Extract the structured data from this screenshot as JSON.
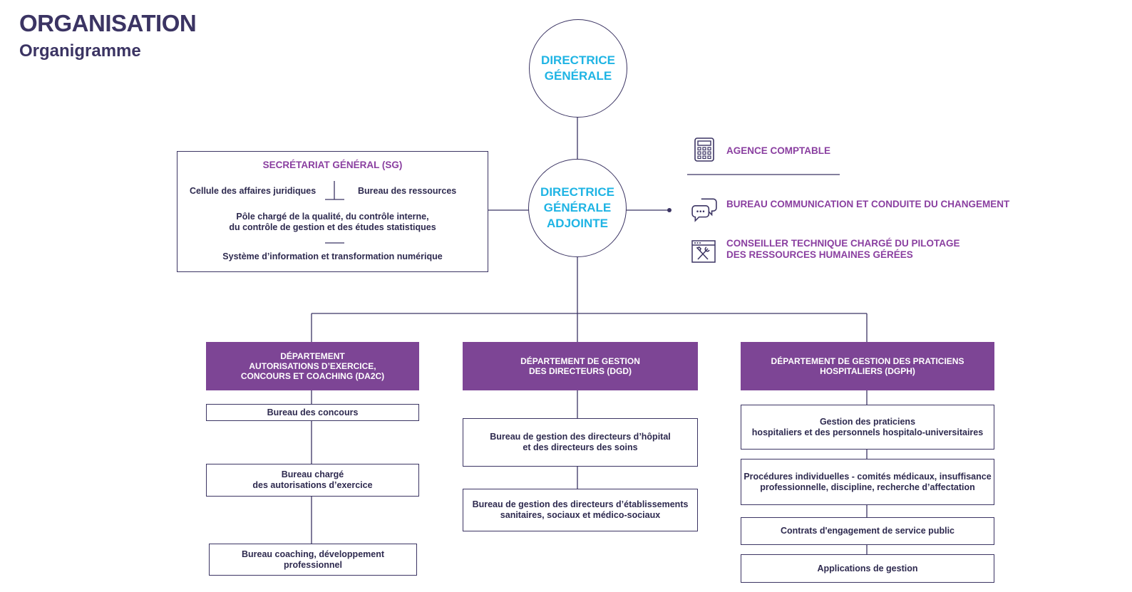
{
  "header": {
    "title": "ORGANISATION",
    "subtitle": "Organigramme"
  },
  "top": {
    "directrice_generale": "DIRECTRICE\nGÉNÉRALE",
    "directrice_adjointe": "DIRECTRICE\nGÉNÉRALE\nADJOINTE"
  },
  "secretariat": {
    "title": "SECRÉTARIAT GÉNÉRAL (SG)",
    "left_item": "Cellule des affaires juridiques",
    "right_item": "Bureau des ressources",
    "pole": "Pôle chargé de la qualité, du contrôle interne,\ndu contrôle de gestion et des études statistiques",
    "systeme": "Système d’information et transformation numérique"
  },
  "aside": {
    "agence": {
      "label": "AGENCE COMPTABLE",
      "icon": "calculator-icon"
    },
    "communication": {
      "label": "BUREAU COMMUNICATION ET CONDUITE DU CHANGEMENT",
      "icon": "chat-bubbles-icon"
    },
    "conseiller": {
      "label": "CONSEILLER TECHNIQUE CHARGÉ DU PILOTAGE\nDES RESSOURCES HUMAINES GÉRÉES",
      "icon": "tools-window-icon"
    }
  },
  "departments": [
    {
      "title": "DÉPARTEMENT\nAUTORISATIONS D’EXERCICE,\nCONCOURS ET COACHING (DA2C)",
      "bureaux": [
        "Bureau des concours",
        "Bureau chargé\ndes autorisations d’exercice",
        "Bureau coaching, développement\nprofessionnel"
      ]
    },
    {
      "title": "DÉPARTEMENT DE GESTION\nDES DIRECTEURS (DGD)",
      "bureaux": [
        "Bureau de gestion des directeurs d’hôpital\net des directeurs des soins",
        "Bureau de gestion des directeurs d’établissements\nsanitaires, sociaux et médico-sociaux"
      ]
    },
    {
      "title": "DÉPARTEMENT DE GESTION DES PRATICIENS\nHOSPITALIERS (DGPH)",
      "bureaux": [
        "Gestion des praticiens\nhospitaliers et des personnels hospitalo-universitaires",
        "Procédures individuelles - comités médicaux, insuffisance\nprofessionnelle, discipline, recherche d’affectation",
        "Contrats d'engagement de service public",
        "Applications de gestion"
      ]
    }
  ],
  "colors": {
    "navy": "#3b3463",
    "cyan": "#1fb4e4",
    "purple": "#7d4595",
    "purple_text": "#8a3fa0"
  }
}
